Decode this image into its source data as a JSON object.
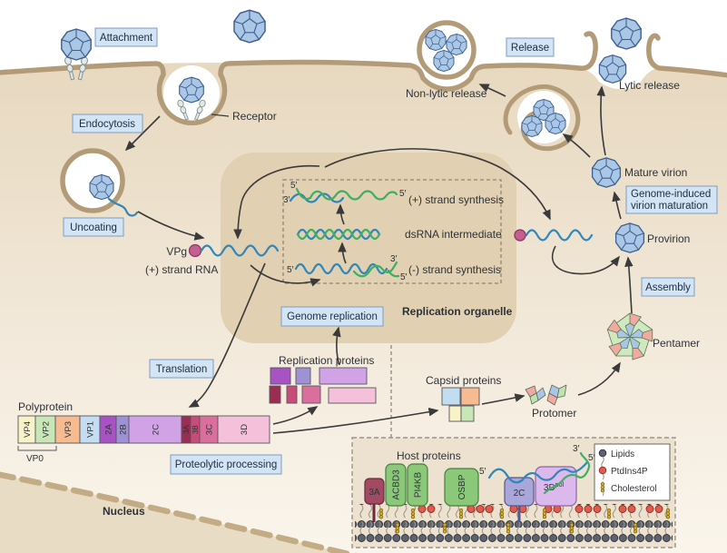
{
  "palette": {
    "label_box_fill": "#d3e4f5",
    "label_box_border": "#7e9cc4",
    "membrane": "#b29b76",
    "virion_fill": "#abc7e6",
    "virion_stroke": "#3e5f92",
    "rna_plus_strand": "#2f86ba",
    "rna_minus_strand": "#3fae63",
    "vpg_fill": "#c4608f",
    "arrow": "#3a3a3a"
  },
  "stage_labels": {
    "attachment": "Attachment",
    "endocytosis": "Endocytosis",
    "uncoating": "Uncoating",
    "release": "Release",
    "assembly": "Assembly",
    "translation": "Translation",
    "genome_replication": "Genome replication",
    "proteolytic_processing": "Proteolytic processing",
    "maturation_line1": "Genome-induced",
    "maturation_line2": "virion maturation"
  },
  "annotations": {
    "receptor": "Receptor",
    "non_lytic_release": "Non-lytic release",
    "lytic_release": "Lytic release",
    "mature_virion": "Mature virion",
    "provirion": "Provirion",
    "vpg": "VPg",
    "plus_strand_rna": "(+) strand RNA",
    "replication_organelle": "Replication organelle",
    "replication_proteins": "Replication proteins",
    "capsid_proteins": "Capsid proteins",
    "protomer": "Protomer",
    "pentamer": "Pentamer",
    "polyprotein": "Polyprotein",
    "vp0": "VP0",
    "nucleus": "Nucleus"
  },
  "organelle": {
    "plus_synthesis": "(+) strand synthesis",
    "dsrna": "dsRNA intermediate",
    "minus_synthesis": "(-) strand synthesis",
    "five_prime": "5′",
    "three_prime": "3′"
  },
  "polyprotein_segments": [
    {
      "label": "VP4",
      "fill": "#f7f2c8",
      "text_color": "#44484e"
    },
    {
      "label": "VP2",
      "fill": "#c9e7b6",
      "text_color": "#44484e"
    },
    {
      "label": "VP3",
      "fill": "#f6bb90",
      "text_color": "#44484e"
    },
    {
      "label": "VP1",
      "fill": "#c5ddf0",
      "text_color": "#44484e"
    },
    {
      "label": "2A",
      "fill": "#a853c4",
      "text_color": "#ffffff"
    },
    {
      "label": "2B",
      "fill": "#9f92d4",
      "text_color": "#ffffff"
    },
    {
      "label": "2C",
      "fill": "#d2a2e6",
      "text_color": "#44484e"
    },
    {
      "label": "3A",
      "fill": "#9c2d52",
      "text_color": "#ffffff"
    },
    {
      "label": "3B",
      "fill": "#c94b78",
      "text_color": "#ffffff"
    },
    {
      "label": "3C",
      "fill": "#da6f9e",
      "text_color": "#ffffff"
    },
    {
      "label": "3D",
      "fill": "#f4c0da",
      "text_color": "#44484e"
    }
  ],
  "replication_protein_blocks": [
    {
      "fill": "#a853c4"
    },
    {
      "fill": "#9f92d4"
    },
    {
      "fill": "#d2a2e6"
    },
    {
      "fill": "#9c2d52"
    },
    {
      "fill": "#c94b78"
    },
    {
      "fill": "#da6f9e"
    },
    {
      "fill": "#f4c0da"
    }
  ],
  "capsid_blocks": [
    {
      "fill": "#c2dcf0"
    },
    {
      "fill": "#f6bb90"
    },
    {
      "fill": "#f7f2c8"
    },
    {
      "fill": "#c9e7b6"
    }
  ],
  "inset": {
    "title": "Host proteins",
    "proteins": [
      {
        "label": "3A",
        "fill": "#a34a63"
      },
      {
        "label": "ACBD3",
        "fill": "#8bc87a"
      },
      {
        "label": "PI4KB",
        "fill": "#8bc87a"
      },
      {
        "label": "OSBP",
        "fill": "#8bc87a"
      },
      {
        "label": "2C",
        "fill": "#a9a6d9"
      }
    ],
    "pol_base": "3D",
    "pol_sup": "pol",
    "pol_fill": "#dcb9ec",
    "five_prime": "5′",
    "three_prime": "3′",
    "legend": [
      {
        "label": "Lipids",
        "color": "#5d6470"
      },
      {
        "label": "PtdIns4P",
        "color": "#e25c4e"
      },
      {
        "label": "Cholesterol",
        "color": "#d2ae2e"
      }
    ]
  }
}
